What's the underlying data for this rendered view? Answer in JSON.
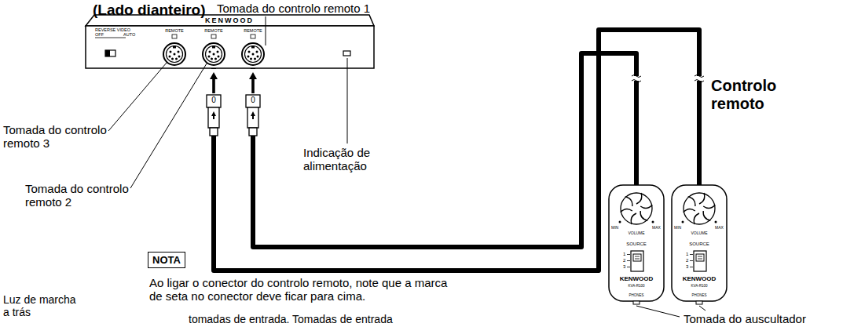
{
  "diagram": {
    "title": "(Lado dianteiro)",
    "nodes": [
      {
        "text": [
          "KENWOOD",
          "REVERSE VIDEO",
          "OFF",
          "AUTO",
          "REMOTE",
          "REMOTE",
          "REMOTE"
        ]
      },
      {
        "text": [
          "MIN",
          "VOLUME",
          "MAX",
          "SOURCE",
          "1",
          "2",
          "3",
          "KENWOOD",
          "KVA-R100",
          "PHONES"
        ]
      },
      {
        "text": [
          "MIN",
          "VOLUME",
          "MAX",
          "SOURCE",
          "1",
          "2",
          "3",
          "KENWOOD",
          "KVA-R100",
          "PHONES"
        ]
      },
      {
        "text": [
          "NOTA"
        ]
      }
    ],
    "edges": [
      {
        "from": 0,
        "to": 1,
        "arrow": "none"
      },
      {
        "from": 0,
        "to": 2,
        "arrow": "none"
      }
    ],
    "labels": [
      "Tomada do controlo remoto 1",
      "Controlo remoto",
      "Tomada do controlo remoto 3",
      "Tomada do controlo remoto 2",
      "Indicação de alimentação",
      "0",
      "0",
      "Ao ligar o conector do controlo remoto, note que a marca de seta no conector deve ficar para cima.",
      "Tomada do auscultador",
      "Luz de marcha a trás",
      "tomadas de entrada. Tomadas de entrada"
    ]
  }
}
